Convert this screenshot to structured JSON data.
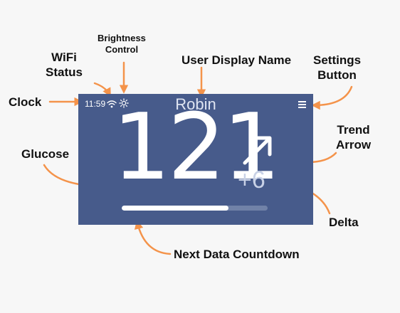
{
  "annotations": {
    "clock": "Clock",
    "wifi_line1": "WiFi",
    "wifi_line2": "Status",
    "brightness_line1": "Brightness",
    "brightness_line2": "Control",
    "user_display_name": "User Display Name",
    "settings_line1": "Settings",
    "settings_line2": "Button",
    "glucose": "Glucose",
    "trend_line1": "Trend",
    "trend_line2": "Arrow",
    "delta": "Delta",
    "next_data_countdown": "Next Data Countdown"
  },
  "device": {
    "time": "11:59",
    "user_name": "Robin",
    "glucose": "121",
    "delta": "+6",
    "trend_direction": "up-right",
    "countdown_progress": 0.73,
    "icons": [
      "wifi-icon",
      "sun-icon",
      "menu-icon",
      "trend-arrow-icon"
    ]
  },
  "colors": {
    "screen_bg": "#475b8b",
    "annotation_arrow": "#f4934a",
    "bar_track": "#7182a8",
    "bar_fill": "#ffffff"
  }
}
